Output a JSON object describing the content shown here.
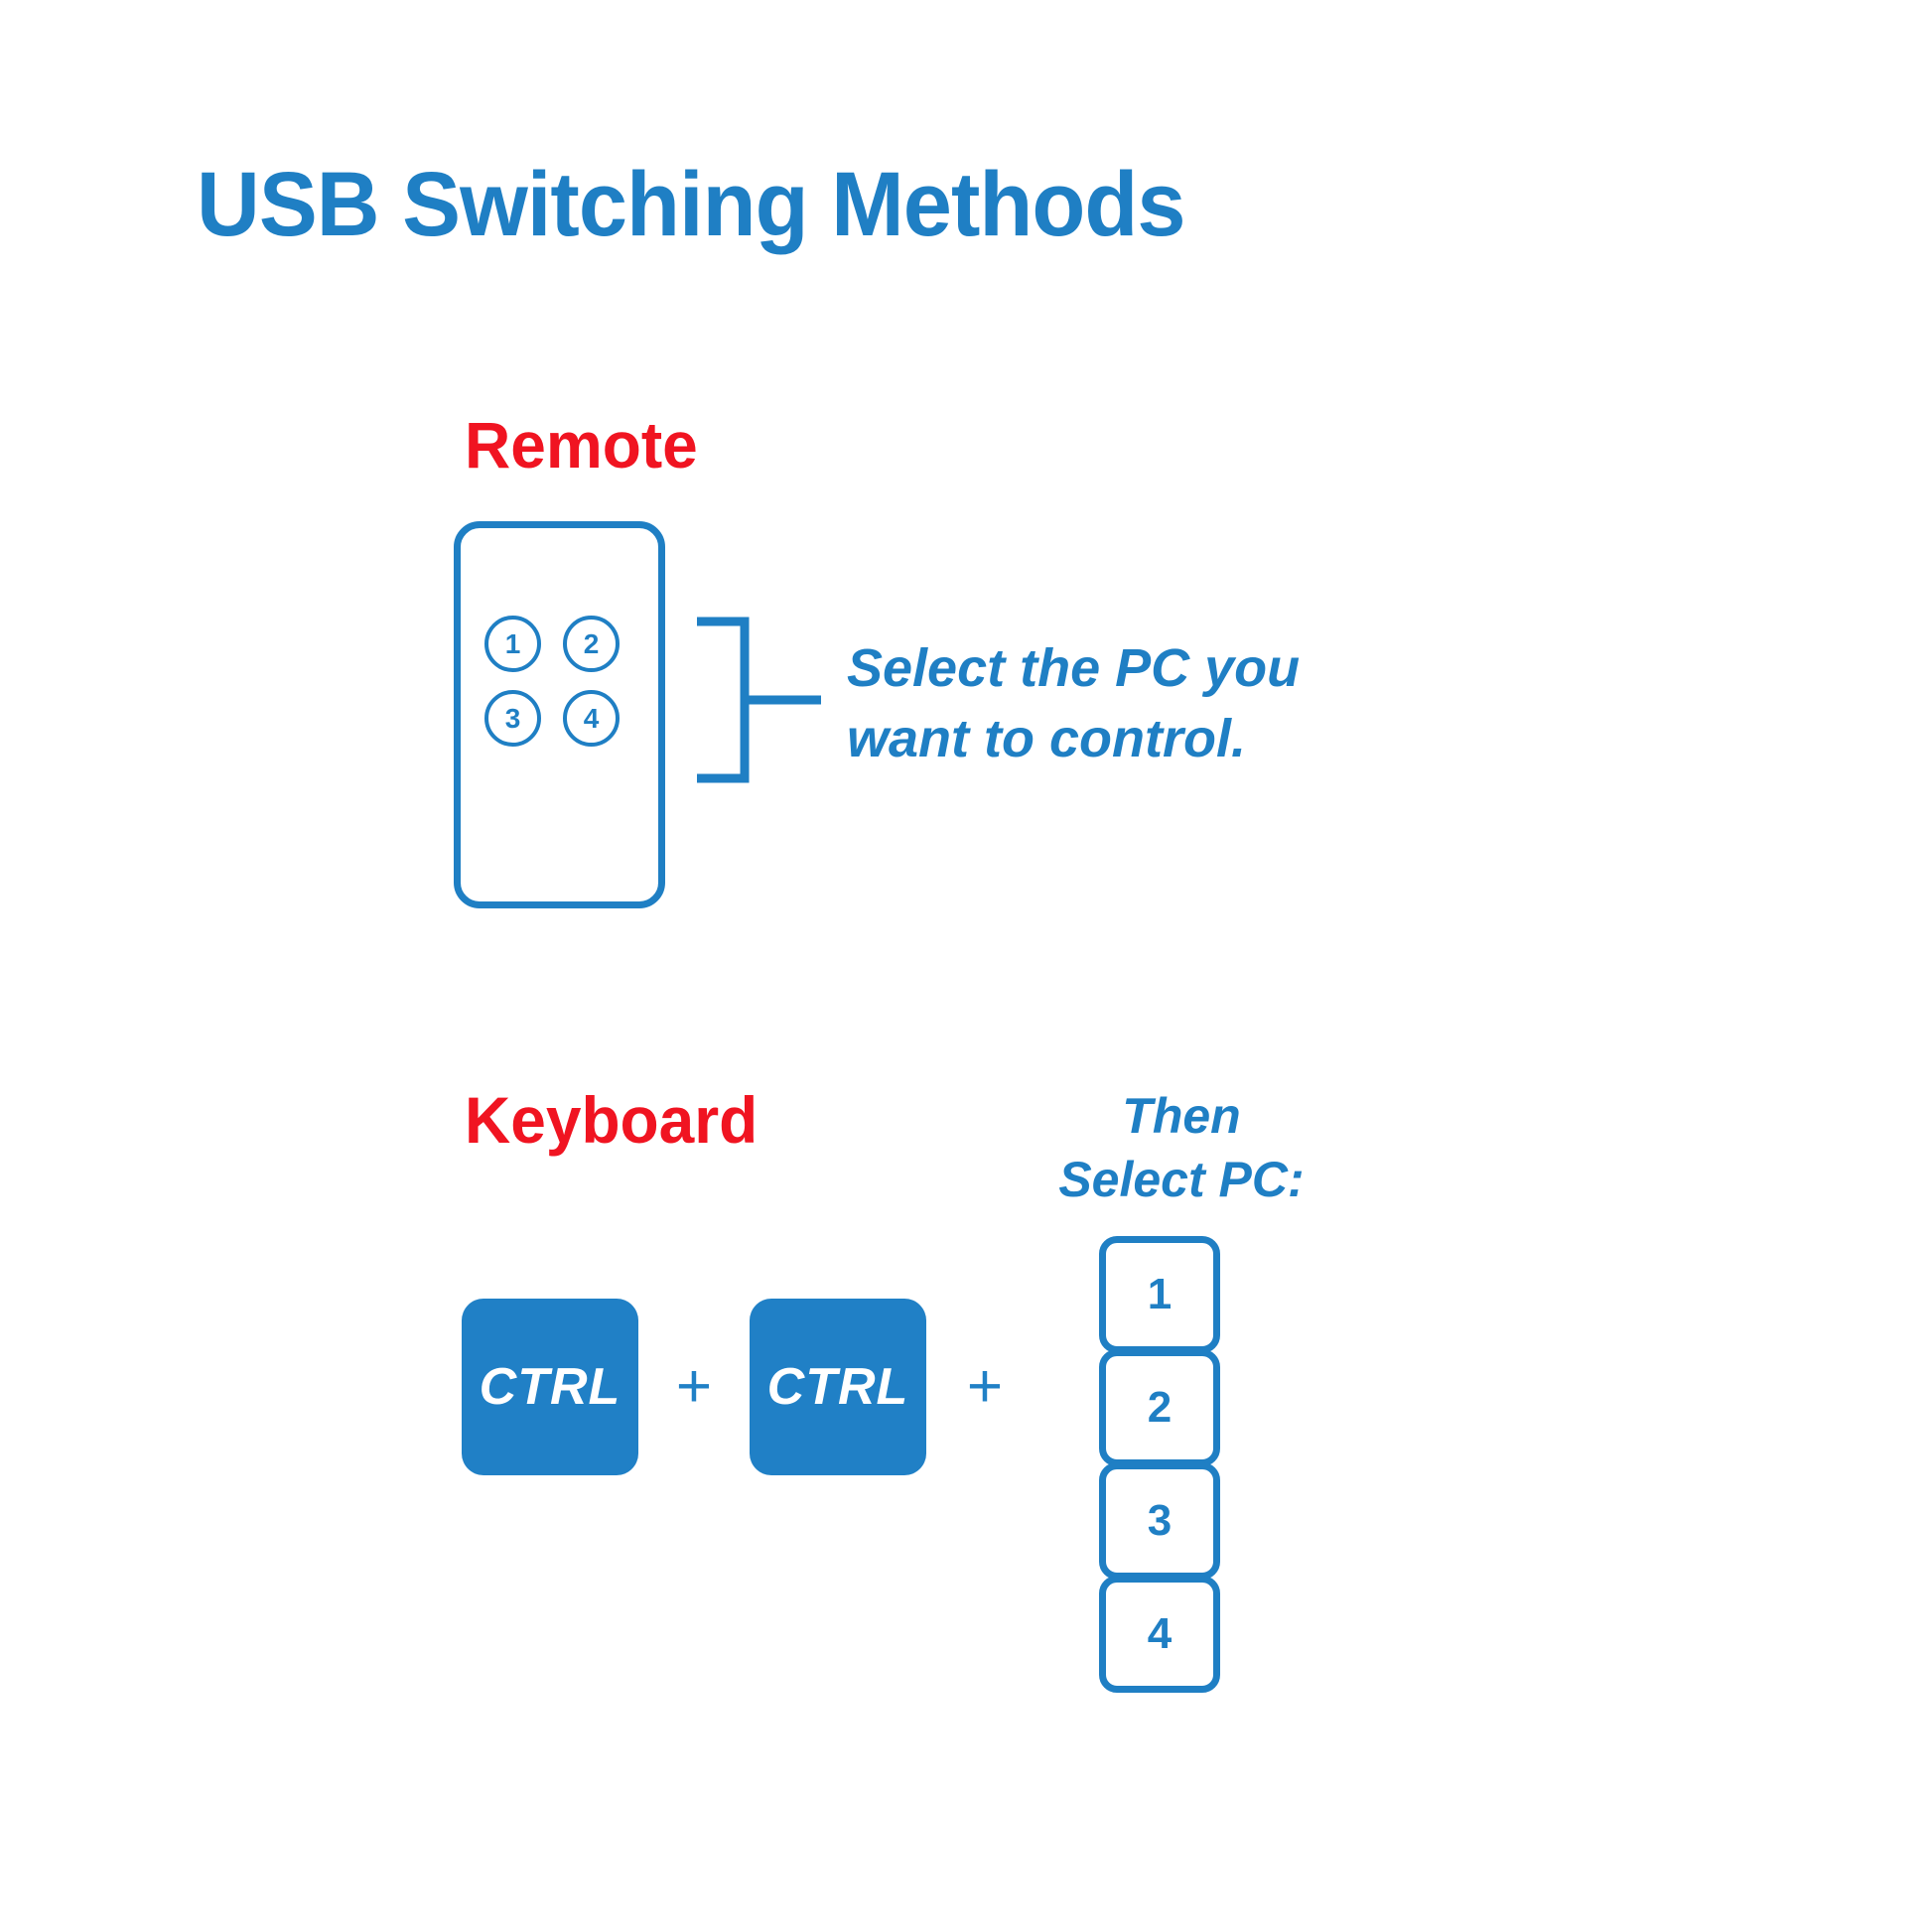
{
  "page": {
    "title": "USB Switching Methods",
    "background_color": "#ffffff",
    "accent_blue": "#1f7fc4",
    "key_blue": "#2080c6",
    "heading_red": "#f01421"
  },
  "remote_section": {
    "heading": "Remote",
    "buttons": [
      {
        "label": "1"
      },
      {
        "label": "2"
      },
      {
        "label": "3"
      },
      {
        "label": "4"
      }
    ],
    "callout": {
      "line1": "Select the PC you",
      "line2": "want to control."
    },
    "bracket_icon": "curly-brace-right-icon"
  },
  "keyboard_section": {
    "heading": "Keyboard",
    "then_select_label": {
      "line1": "Then",
      "line2": "Select PC:"
    },
    "combo": [
      {
        "type": "key",
        "label": "CTRL"
      },
      {
        "type": "separator",
        "label": "+"
      },
      {
        "type": "key",
        "label": "CTRL"
      },
      {
        "type": "separator",
        "label": "+"
      }
    ],
    "pc_keys": [
      {
        "label": "1"
      },
      {
        "label": "2"
      },
      {
        "label": "3"
      },
      {
        "label": "4"
      }
    ]
  }
}
